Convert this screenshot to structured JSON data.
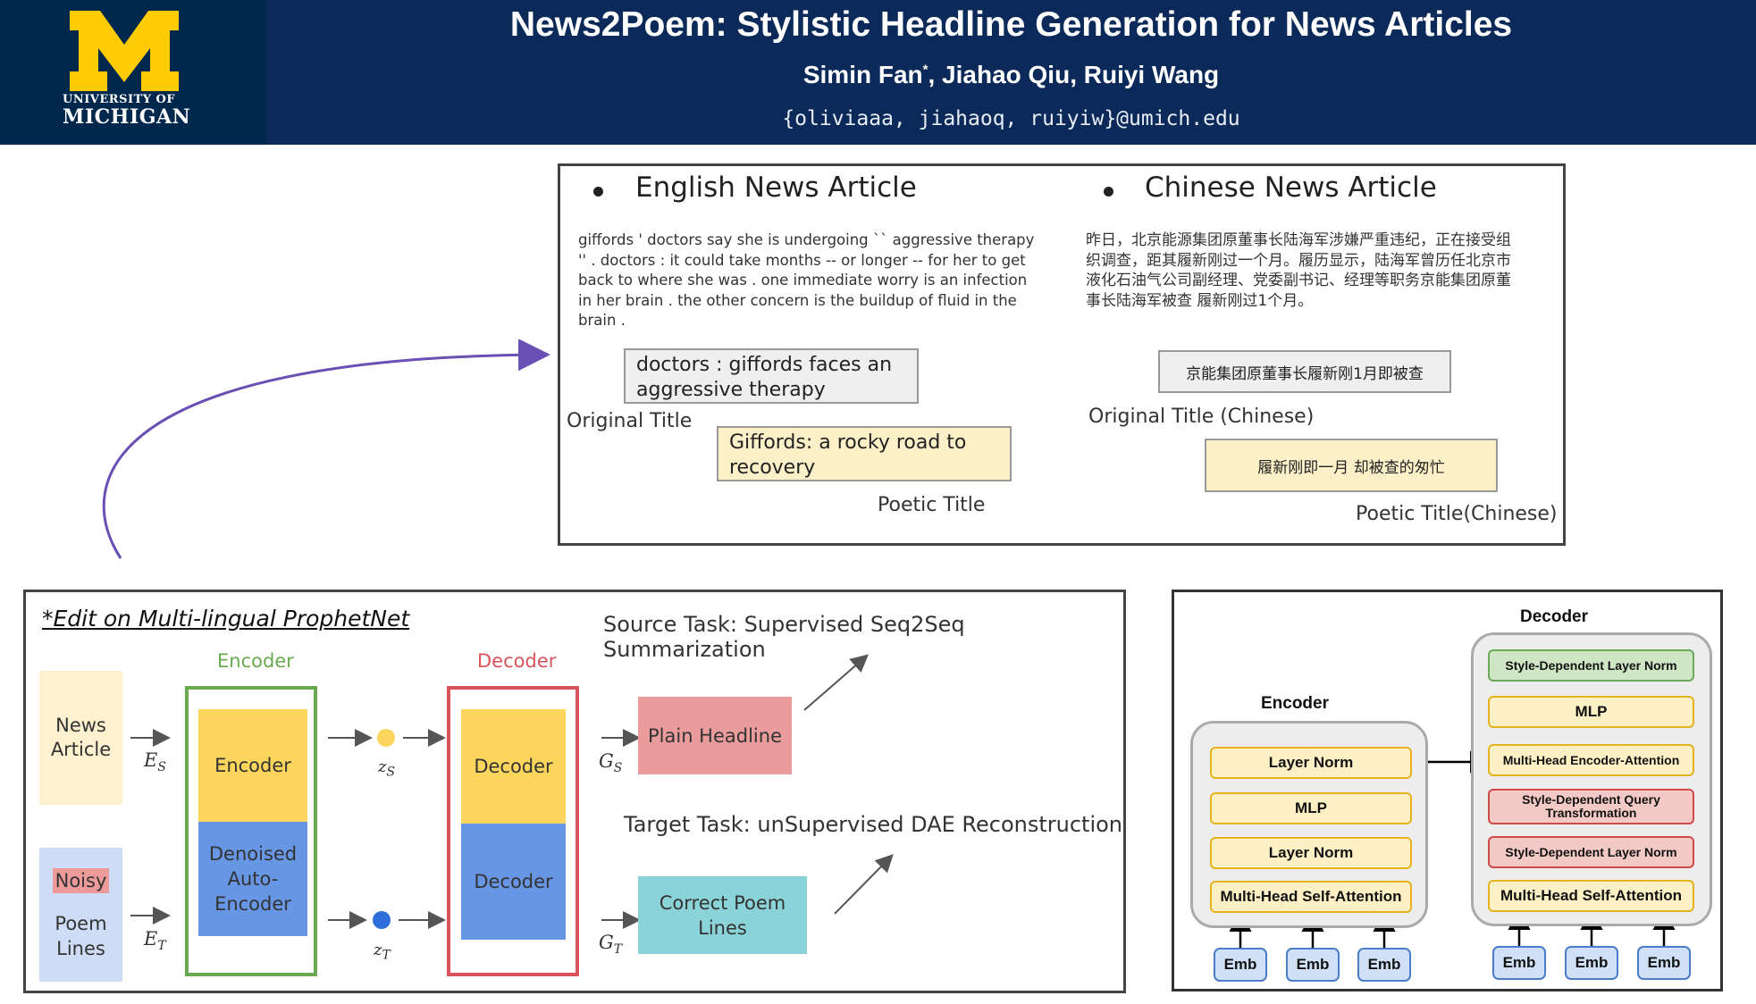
{
  "header": {
    "logo": {
      "line1": "UNIVERSITY OF",
      "line2": "MICHIGAN",
      "brand_color": "#ffcb05"
    },
    "title": "News2Poem: Stylistic Headline Generation for News Articles",
    "authors": {
      "first": "Simin Fan",
      "first_mark": "*",
      "rest": ", Jiahao Qiu, Ruiyi Wang"
    },
    "emails": "{oliviaaa, jiahaoq, ruiyiw}@umich.edu"
  },
  "article_panel": {
    "english": {
      "heading": "English News Article",
      "body_lines": [
        "giffords ' doctors say she is undergoing `` aggressive therapy",
        "'' . doctors : it could take months -- or longer -- for her to get",
        "back to where she was . one immediate worry is an infection",
        "in her brain . the other concern is the buildup of fluid in the",
        "brain ."
      ],
      "original_title_lines": [
        "doctors : giffords faces an",
        "aggressive therapy"
      ],
      "original_label": "Original Title",
      "poetic_title_lines": [
        "Giffords: a rocky road to",
        "recovery"
      ],
      "poetic_label": "Poetic Title"
    },
    "chinese": {
      "heading": "Chinese News Article",
      "body_lines": [
        "昨日，北京能源集团原董事长陆海军涉嫌严重违纪，正在接受组",
        "织调查，距其履新刚过一个月。履历显示，陆海军曾历任北京市",
        "液化石油气公司副经理、党委副书记、经理等职务京能集团原董",
        "事长陆海军被查 履新刚过1个月。"
      ],
      "original_title": "京能集团原董事长履新刚1月即被查",
      "original_label": "Original Title (Chinese)",
      "poetic_title": "履新刚即一月 却被查的匆忙",
      "poetic_label": "Poetic Title(Chinese)"
    }
  },
  "arrow_color": "#6a4fb5",
  "model": {
    "edit_note": "*Edit on Multi-lingual ProphetNet",
    "source_task": "Source Task: Supervised Seq2Seq Summarization",
    "target_task": "Target Task: unSupervised DAE Reconstruction",
    "encoder_label": "Encoder",
    "decoder_label": "Decoder",
    "news_input": [
      "News",
      "Article"
    ],
    "noisy_label": "Noisy",
    "poem_input": [
      "Poem",
      "Lines"
    ],
    "enc_top": "Encoder",
    "enc_bottom": [
      "Denoised",
      "Auto-",
      "Encoder"
    ],
    "dec_top": "Decoder",
    "dec_bottom": "Decoder",
    "plain_out": "Plain Headline",
    "poem_out": [
      "Correct Poem",
      "Lines"
    ],
    "math": {
      "Es": {
        "base": "E",
        "sub": "S"
      },
      "Et": {
        "base": "E",
        "sub": "T"
      },
      "zs": {
        "base": "z",
        "sub": "S"
      },
      "zt": {
        "base": "z",
        "sub": "T"
      },
      "Gs": {
        "base": "G",
        "sub": "S"
      },
      "Gt": {
        "base": "G",
        "sub": "T"
      }
    },
    "colors": {
      "encoder_green": "#6aaa4f",
      "decoder_red": "#d9545a",
      "yellow": "#fcd55c",
      "blue": "#6796e4",
      "input_yellow": "#fdf1cf",
      "input_blue": "#cfdcf5",
      "plain_pink": "#ea9b9c",
      "poem_cyan": "#8ad3d8"
    }
  },
  "architecture": {
    "decoder_title": "Decoder",
    "encoder_title": "Encoder",
    "encoder_layers": [
      "Layer Norm",
      "MLP",
      "Layer Norm",
      "Multi-Head Self-Attention"
    ],
    "decoder_layers": [
      "Style-Dependent Layer Norm",
      "MLP",
      "Multi-Head Encoder-Attention",
      "Style-Dependent Query Transformation",
      "Style-Dependent Layer Norm",
      "Multi-Head Self-Attention"
    ],
    "emb_label": "Emb"
  }
}
